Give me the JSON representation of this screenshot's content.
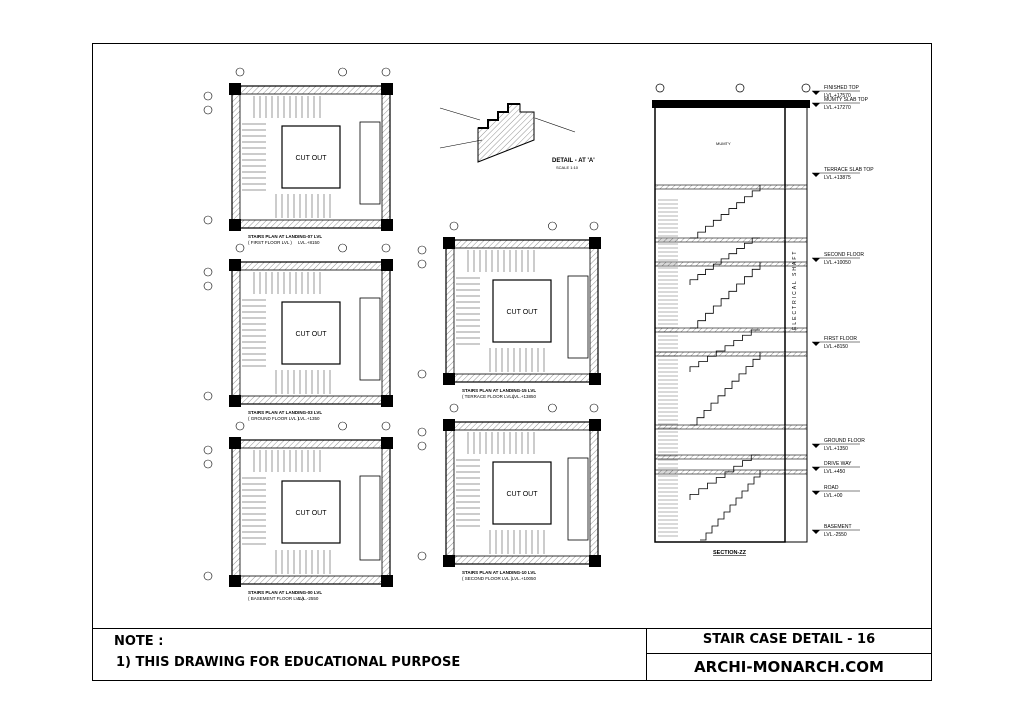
{
  "title_block": {
    "note_label": "NOTE :",
    "note_line": "1) THIS DRAWING FOR EDUCATIONAL PURPOSE",
    "sheet_title": "STAIR CASE DETAIL - 16",
    "website": "ARCHI-MONARCH.COM"
  },
  "plans": [
    {
      "id": "first",
      "cutout": "CUT OUT",
      "caption": "STAIRS PLAN AT LANDING-07 LVL",
      "subcaption": "( FIRST FLOOR LVL )",
      "level": "LVL.+8150"
    },
    {
      "id": "ground",
      "cutout": "CUT OUT",
      "caption": "STAIRS PLAN AT LANDING-03 LVL",
      "subcaption": "( GROUND FLOOR LVL )",
      "level": "LVL.+1350"
    },
    {
      "id": "basement",
      "cutout": "CUT OUT",
      "caption": "STAIRS PLAN AT LANDING-00 LVL",
      "subcaption": "( BASEMENT FLOOR LVL )",
      "level": "LVL.-2550"
    },
    {
      "id": "terrace",
      "cutout": "CUT OUT",
      "caption": "STAIRS PLAN AT LANDING-15 LVL",
      "subcaption": "( TERRACE FLOOR LVL )",
      "level": "LVL.+13850"
    },
    {
      "id": "second",
      "cutout": "CUT OUT",
      "caption": "STAIRS PLAN AT LANDING-10 LVL",
      "subcaption": "( SECOND FLOOR LVL )",
      "level": "LVL.+10050"
    }
  ],
  "detail": {
    "title": "DETAIL - AT 'A'",
    "scale": "SCALE 1:10"
  },
  "section": {
    "caption": "SECTION-ZZ",
    "shaft_label": "ELECTRICAL SHAFT",
    "mumty": "MUMTY",
    "levels": [
      {
        "name": "FINISHED TOP",
        "value": "LVL.+17570"
      },
      {
        "name": "MUMTY SLAB TOP",
        "value": "LVL.+17270"
      },
      {
        "name": "TERRACE SLAB TOP",
        "value": "LVL.+13875"
      },
      {
        "name": "SECOND FLOOR",
        "value": "LVL.+10050"
      },
      {
        "name": "FIRST FLOOR",
        "value": "LVL.+8150"
      },
      {
        "name": "GROUND FLOOR",
        "value": "LVL.+1350"
      },
      {
        "name": "DRIVE WAY",
        "value": "LVL.+450"
      },
      {
        "name": "ROAD",
        "value": "LVL.+00"
      },
      {
        "name": "BASEMENT",
        "value": "LVL.-2550"
      }
    ]
  },
  "colors": {
    "line": "#000000",
    "hatch": "#555555",
    "paper": "#ffffff"
  }
}
